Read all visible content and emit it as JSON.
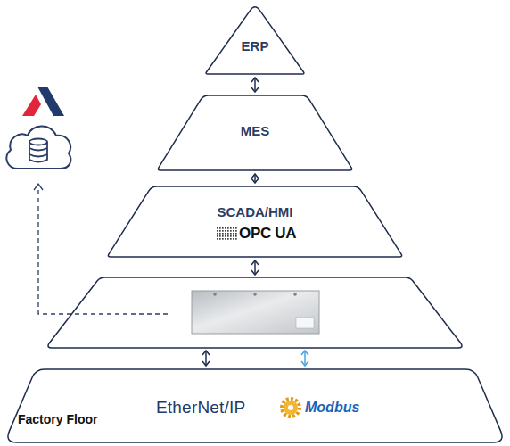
{
  "diagram": {
    "nodes": [
      {
        "text": [
          "ERP"
        ]
      },
      {
        "text": [
          "MES"
        ]
      },
      {
        "text": [
          "SCADA/HMI",
          "OPC UA"
        ]
      },
      {
        "text": [
          "Factory Floor",
          "EtherNet/IP",
          "Modbus"
        ]
      }
    ],
    "edges": [
      {
        "from": 0,
        "to": 1,
        "arrow": "both"
      },
      {
        "from": 1,
        "to": 2,
        "arrow": "both"
      }
    ]
  }
}
